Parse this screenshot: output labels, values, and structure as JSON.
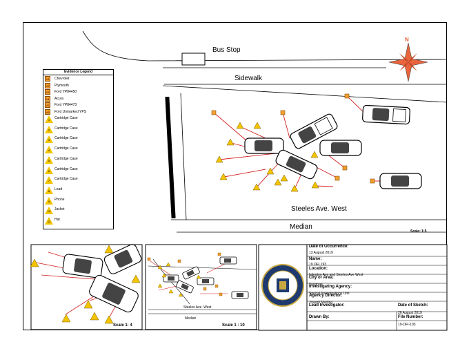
{
  "labels": {
    "bus_stop": "Bus Stop",
    "sidewalk": "Sidewalk",
    "street": "Steeles Ave. West",
    "median": "Median",
    "scale_main": "Scale: 1:5",
    "north": "N"
  },
  "legend": {
    "title": "Evidence Legend",
    "items": [
      {
        "code": "V1",
        "label": "Chevrolet"
      },
      {
        "code": "V2",
        "label": "Plymouth"
      },
      {
        "code": "V3",
        "label": "Ford YP84450"
      },
      {
        "code": "V4",
        "label": "Acura"
      },
      {
        "code": "V5",
        "label": "Ford YP84473"
      },
      {
        "code": "V6",
        "label": "Ford Unmarked YPS"
      },
      {
        "code": "1",
        "label": "Cartridge Case"
      },
      {
        "code": "2",
        "label": "Cartridge Case"
      },
      {
        "code": "3",
        "label": "Cartridge Case"
      },
      {
        "code": "4",
        "label": "Cartridge Case"
      },
      {
        "code": "5",
        "label": "Cartridge Case"
      },
      {
        "code": "6",
        "label": "Cartridge Case"
      },
      {
        "code": "7",
        "label": "Cartridge Case"
      },
      {
        "code": "8",
        "label": "Lead"
      },
      {
        "code": "9",
        "label": "Phone"
      },
      {
        "code": "10",
        "label": "Jacket"
      },
      {
        "code": "11",
        "label": "Hat"
      }
    ]
  },
  "inset_left": {
    "scale": "Scale 1: 4"
  },
  "inset_mid": {
    "street": "Steeles Ave. West",
    "median": "Median",
    "scale": "Scale 1 : 10"
  },
  "info": {
    "date_occurrence_label": "Date of Occurrence:",
    "date_occurrence": "13 August 2019",
    "name_label": "Name:",
    "name": "19 OFI 193",
    "location_label": "Location:",
    "location": "Islington Ave and Steeles Ave West",
    "city_label": "City or Area:",
    "city": "Vaughan",
    "agency_label": "Investigating Agency:",
    "agency": "Special Investigations Unit",
    "director_label": "Agency Director:",
    "director": "Joseph Martino",
    "lead_label": "Lead Investigator:",
    "lead": "",
    "sketch_date_label": "Date of Sketch:",
    "sketch_date": "26 August 2019",
    "drawn_label": "Drawn By:",
    "drawn": "",
    "file_label": "File Number:",
    "file": "19-OFI-193"
  },
  "colors": {
    "marker": "#f2c400",
    "vehicle_tag": "#f0a030",
    "trajectory": "#d42020",
    "compass": "#e8643c"
  }
}
